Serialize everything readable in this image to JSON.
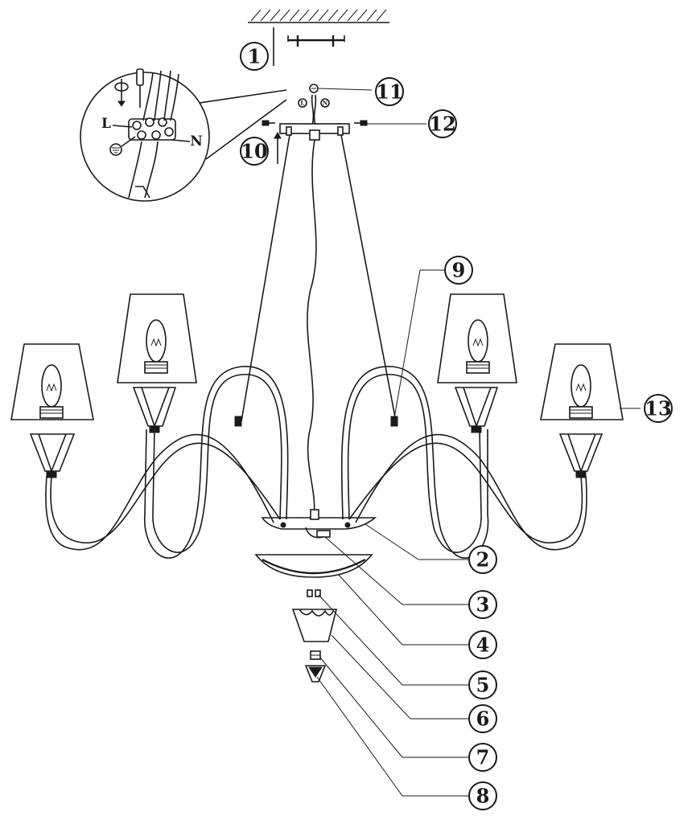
{
  "callouts": {
    "c1": "1",
    "c2": "2",
    "c3": "3",
    "c4": "4",
    "c5": "5",
    "c6": "6",
    "c7": "7",
    "c8": "8",
    "c9": "9",
    "c10": "10",
    "c11": "11",
    "c12": "12",
    "c13": "13"
  },
  "wiring": {
    "live_label": "L",
    "neutral_label": "N",
    "canopy_live_mark": "L",
    "canopy_neutral_mark": "N"
  },
  "colors": {
    "line": "#1a1a1a",
    "background": "#ffffff"
  }
}
